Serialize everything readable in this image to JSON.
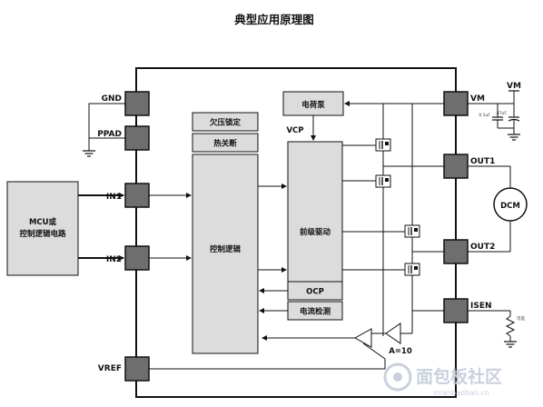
{
  "title": "典型应用原理图",
  "mcu": {
    "line1": "MCU或",
    "line2": "控制逻辑电路"
  },
  "pins": {
    "gnd": "GND",
    "ppad": "PPAD",
    "in1": "IN1",
    "in2": "IN2",
    "vref": "VREF",
    "vm": "VM",
    "out1": "OUT1",
    "out2": "OUT2",
    "isen": "ISEN"
  },
  "blocks": {
    "uvlo": "欠压锁定",
    "thermal": "热关断",
    "control_logic": "控制逻辑",
    "charge_pump": "电荷泵",
    "vcp": "VCP",
    "predriver": "前级驱动",
    "ocp": "OCP",
    "current_detect": "电流检测"
  },
  "external": {
    "vm_supply": "VM",
    "cap1": "0.1uF",
    "cap2": "47uF",
    "motor": "DCM",
    "sense_resistor": "可选",
    "amp_gain": "A=10"
  },
  "watermark": {
    "text": "面包板社区",
    "sub": "mianbaoban.cn"
  },
  "colors": {
    "line": "#111111",
    "pin": "#6e6e6e",
    "block": "#dcdcdc",
    "watermark": "#c7cfdb"
  }
}
